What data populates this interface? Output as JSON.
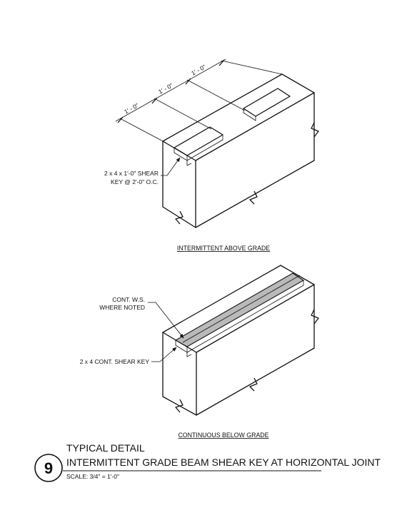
{
  "details": {
    "top": {
      "caption": "INTERMITTENT ABOVE GRADE",
      "dimensions": [
        "1' - 0\"",
        "1' - 0\"",
        "1' - 0\""
      ],
      "callout_line1": "2 x 4 x 1'-0\" SHEAR",
      "callout_line2": "KEY @ 2'-0\" O.C."
    },
    "bottom": {
      "caption": "CONTINUOUS BELOW GRADE",
      "callout_ws_line1": "CONT. W.S.",
      "callout_ws_line2": "WHERE NOTED",
      "callout_key": "2 x 4 CONT. SHEAR KEY"
    }
  },
  "title_block": {
    "number": "9",
    "line1": "TYPICAL DETAIL",
    "line2": "INTERMITTENT GRADE BEAM SHEAR KEY AT HORIZONTAL JOINT",
    "scale": "SCALE: 3/4\" = 1'-0\""
  }
}
